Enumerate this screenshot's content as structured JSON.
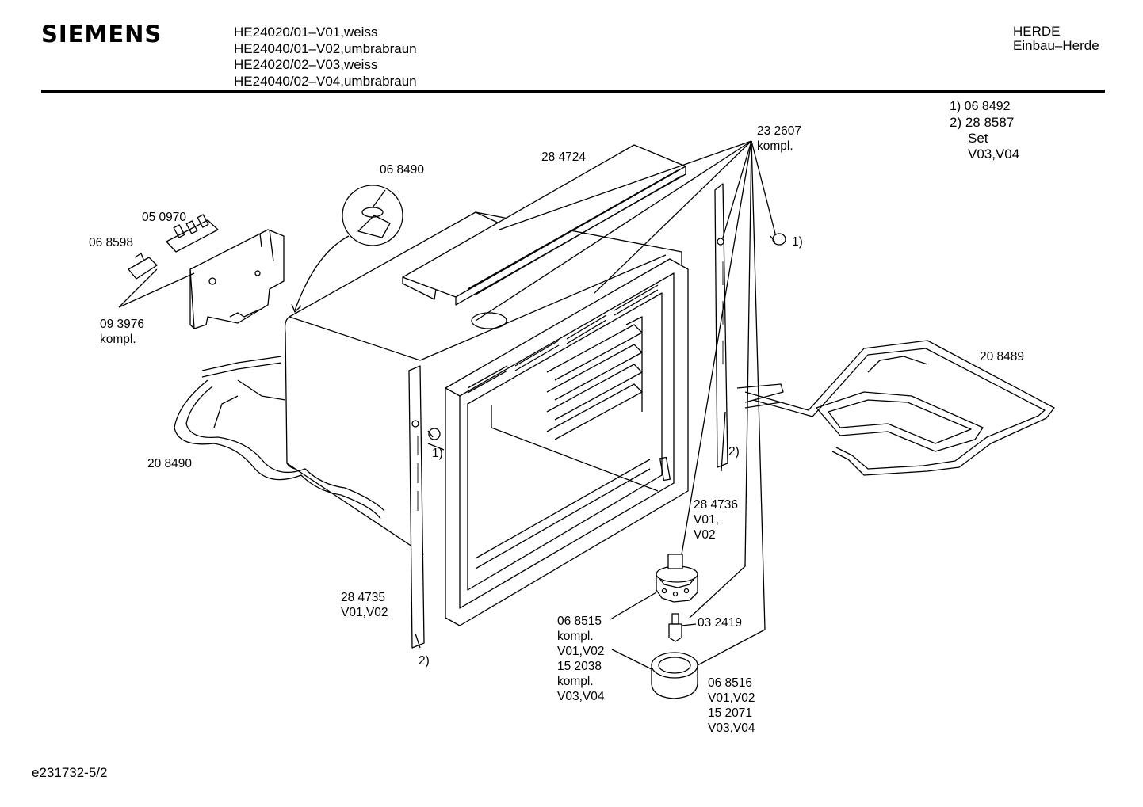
{
  "header": {
    "brand": "SIEMENS",
    "models": [
      "HE24020/01–V01,weiss",
      "HE24040/01–V02,umbrabraun",
      "HE24020/02–V03,weiss",
      "HE24040/02–V04,umbrabraun"
    ],
    "category": "HERDE",
    "subcategory": "Einbau–Herde"
  },
  "notes": {
    "n1": "1)  06 8492",
    "n2": "2)  28 8587",
    "n2_set": "Set",
    "n2_variants": "V03,V04"
  },
  "parts": {
    "p284724": "28 4724",
    "p068490": "06 8490",
    "p050970": "05 0970",
    "p068598": "06 8598",
    "p093976": "09 3976",
    "p093976_note": "kompl.",
    "p232607": "23 2607",
    "p232607_note": "kompl.",
    "ref1_top": "1)",
    "p208489": "20 8489",
    "ref1_left": "1)",
    "p208490": "20 8490",
    "ref2_right": "2)",
    "p284736": "28 4736",
    "p284736_v1": "V01,",
    "p284736_v2": "V02",
    "p284735": "28 4735",
    "p284735_v": "V01,V02",
    "ref2_left": "2)",
    "p068515": "06 8515",
    "p068515_note": "kompl.",
    "p068515_v": "V01,V02",
    "p152038": "15 2038",
    "p152038_note": "kompl.",
    "p152038_v": "V03,V04",
    "p032419": "03 2419",
    "p068516": "06 8516",
    "p068516_v": "V01,V02",
    "p152071": "15 2071",
    "p152071_v": "V03,V04"
  },
  "footer": {
    "code": "e231732-5/2"
  }
}
